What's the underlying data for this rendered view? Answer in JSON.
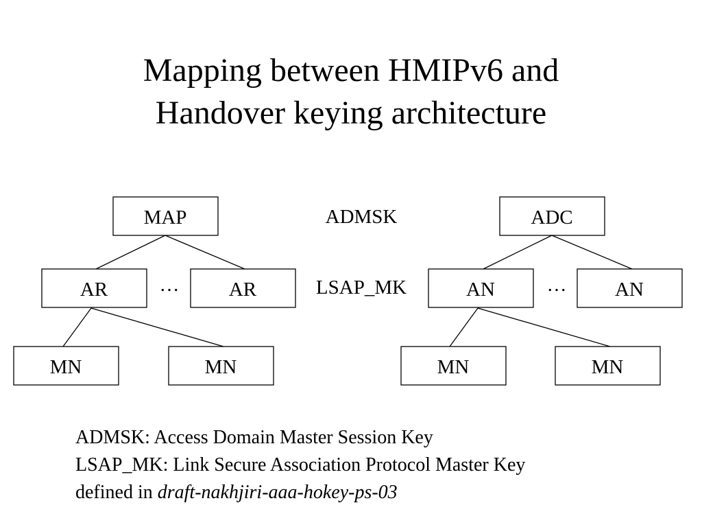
{
  "title": {
    "line1": "Mapping between HMIPv6 and",
    "line2": "Handover keying architecture"
  },
  "diagram": {
    "left": {
      "root": "MAP",
      "mid_left": "AR",
      "mid_right": "AR",
      "ellipsis": "…",
      "leaf_left": "MN",
      "leaf_right": "MN"
    },
    "right": {
      "root": "ADC",
      "mid_left": "AN",
      "mid_right": "AN",
      "ellipsis": "…",
      "leaf_left": "MN",
      "leaf_right": "MN"
    },
    "level1_key": "ADMSK",
    "level2_key": "LSAP_MK"
  },
  "legend": {
    "line1": "ADMSK: Access Domain Master Session Key",
    "line2": "LSAP_MK: Link Secure Association Protocol Master Key",
    "line3_prefix": "defined in ",
    "line3_ref": "draft-nakhjiri-aaa-hokey-ps-03"
  }
}
